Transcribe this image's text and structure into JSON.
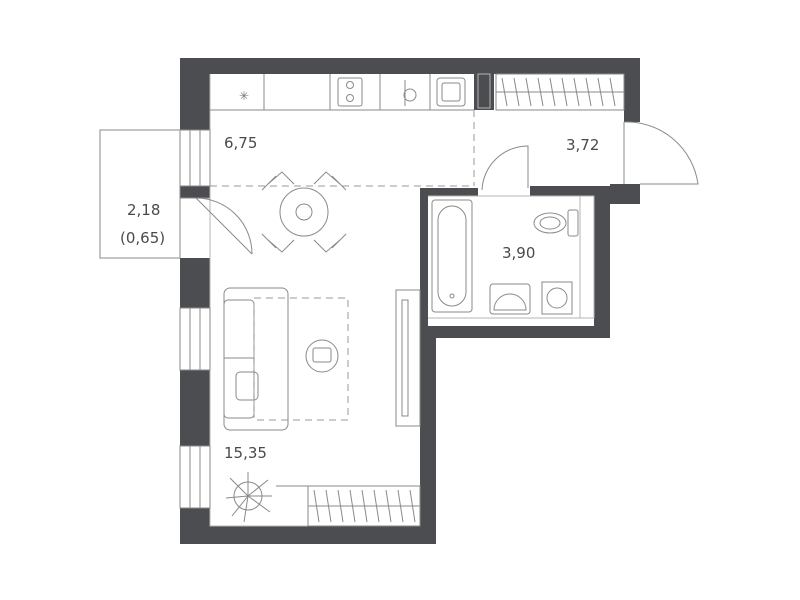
{
  "rooms": {
    "kitchen": {
      "area": "6,75"
    },
    "hall": {
      "area": "3,72"
    },
    "loggia": {
      "area": "2,18",
      "area_reduced": "(0,65)"
    },
    "bathroom": {
      "area": "3,90"
    },
    "living": {
      "area": "15,35"
    }
  },
  "colors": {
    "wall": "#4b4d50",
    "line": "#8a8a8a",
    "text": "#4a4a4a"
  },
  "icons": [
    "stove-icon",
    "sink-icon",
    "dining-table-icon",
    "sofa-icon",
    "coffee-table-icon",
    "bathtub-icon",
    "toilet-icon",
    "washbasin-icon",
    "washing-machine-icon",
    "plant-icon"
  ]
}
